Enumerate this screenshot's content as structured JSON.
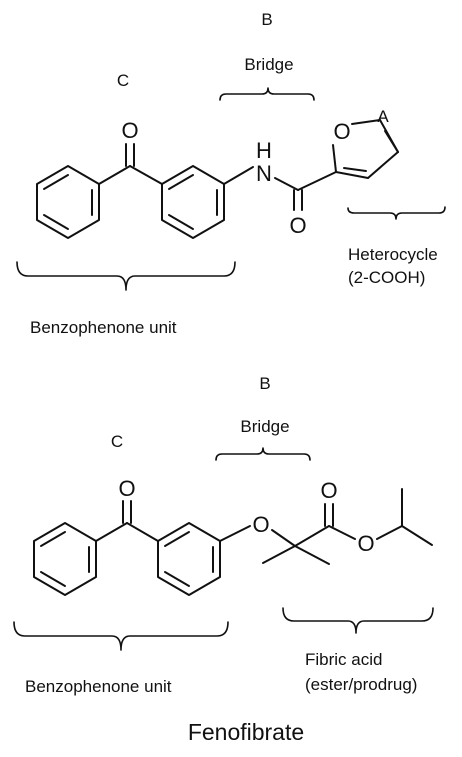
{
  "top_figure": {
    "label_b": "B",
    "label_bridge": "Bridge",
    "label_c": "C",
    "label_a": "A",
    "label_heterocycle": "Heterocycle",
    "label_heterocycle_sub": "(2-COOH)",
    "label_benzophenone": "Benzophenone unit",
    "atoms": {
      "ketone_o": "O",
      "amide_h": "H",
      "amide_n": "N",
      "amide_o": "O",
      "furan_o": "O"
    }
  },
  "bottom_figure": {
    "label_b": "B",
    "label_bridge": "Bridge",
    "label_c": "C",
    "label_benzophenone": "Benzophenone unit",
    "label_fibric": "Fibric acid",
    "label_fibric_sub": "(ester/prodrug)",
    "atoms": {
      "ketone_o": "O",
      "ether_o": "O",
      "carbonyl_o": "O",
      "ester_o": "O"
    }
  },
  "caption": "Fenofibrate"
}
